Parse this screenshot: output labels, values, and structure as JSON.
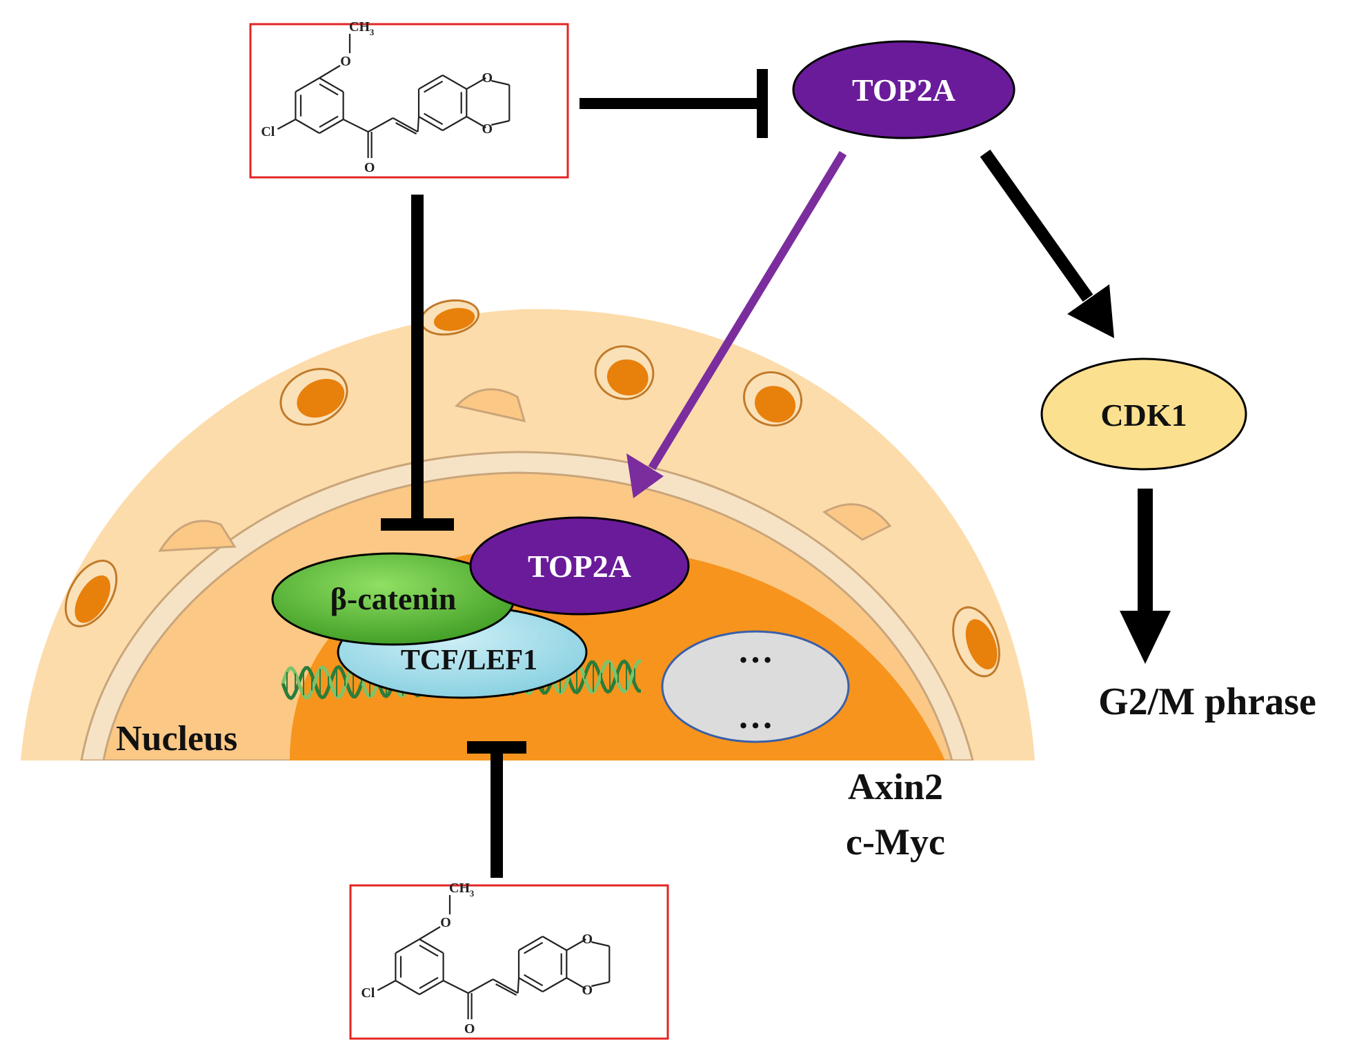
{
  "diagram": {
    "nodes": {
      "top2a_outside": "TOP2A",
      "top2a_nucleus": "TOP2A",
      "cdk1": "CDK1",
      "beta_catenin": "β-catenin",
      "tcf_lef1": "TCF/LEF1",
      "ellipsis_top": "…",
      "ellipsis_bottom": "…",
      "nucleus_label": "Nucleus",
      "target_gene_1": "Axin2",
      "target_gene_2": "c-Myc",
      "phase_label": "G2/M phrase"
    },
    "compound": {
      "methyl_label": "CH",
      "methyl_subscript": "3",
      "oxygen_label": "O",
      "chloro_label": "Cl",
      "ring_oxygen_1": "O",
      "ring_oxygen_2": "O",
      "ketone_oxygen": "O"
    },
    "edges": [
      {
        "from": "compound-top",
        "to": "TOP2A",
        "type": "inhibition"
      },
      {
        "from": "compound-top",
        "to": "β-catenin",
        "type": "inhibition"
      },
      {
        "from": "compound-bottom",
        "to": "TCF/LEF1",
        "type": "inhibition"
      },
      {
        "from": "TOP2A",
        "to": "TOP2A (nucleus)",
        "type": "activation"
      },
      {
        "from": "TOP2A",
        "to": "CDK1",
        "type": "activation"
      },
      {
        "from": "CDK1",
        "to": "G2/M phrase",
        "type": "activation"
      }
    ],
    "colors": {
      "top2a": "#6a1b9a",
      "cdk1": "#fbe08f",
      "beta_catenin": "#5fc13c",
      "tcf_lef1": "#a6dbe6",
      "cytoplasm": "#fddcab",
      "nucleus": "#f7941d",
      "pore": "#e8800c",
      "compound_box": "#e32424",
      "purple_arrow": "#7b2d9e"
    }
  }
}
